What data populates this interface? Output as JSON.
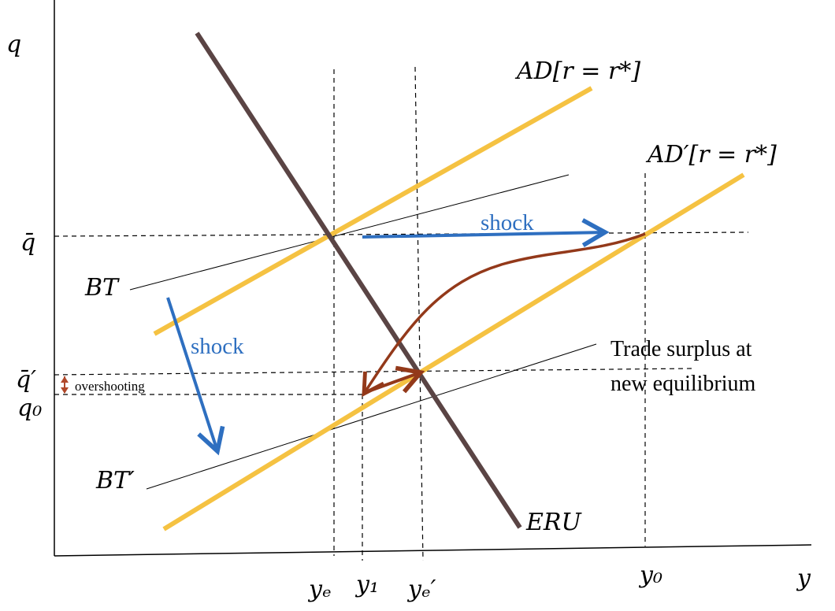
{
  "diagram": {
    "axes": {
      "y_axis_label": "q",
      "x_axis_label": "y"
    },
    "y_ticks": {
      "q_bar": "q̄",
      "q_bar_prime": "q̄′",
      "q0": "q₀"
    },
    "x_ticks": {
      "ye": "yₑ",
      "y1": "y₁",
      "ye_prime": "yₑ′",
      "y0": "y₀"
    },
    "curves": {
      "ad": "AD[r = r*]",
      "ad_prime": "AD′[r = r*]",
      "bt": "BT",
      "bt_prime": "BT′",
      "eru": "ERU"
    },
    "annotations": {
      "shock_horizontal": "shock",
      "shock_vertical": "shock",
      "overshooting": "overshooting",
      "trade_surplus_line1": "Trade surplus at",
      "trade_surplus_line2": "new equilibrium"
    },
    "colors": {
      "ad_curves": "#f5c242",
      "eru_curve": "#5a4444",
      "shock_arrows": "#2e6fc0",
      "adjustment_path": "#93391a",
      "axes": "#000000"
    }
  }
}
